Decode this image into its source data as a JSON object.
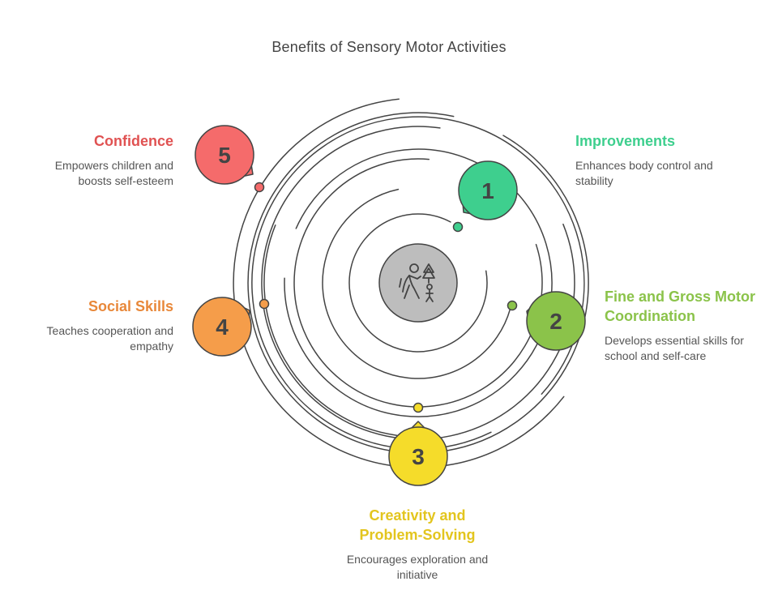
{
  "title": "Benefits of Sensory Motor Activities",
  "center_icon": "hiking-family-icon",
  "items": [
    {
      "number": "1",
      "heading": "Improvements",
      "description": "Enhances body control and stability",
      "color": "#3ecf8e"
    },
    {
      "number": "2",
      "heading": "Fine and Gross Motor Coordination",
      "description": "Develops essential skills for school and self-care",
      "color": "#8bc34a"
    },
    {
      "number": "3",
      "heading": "Creativity and Problem-Solving",
      "description": "Encourages exploration and initiative",
      "color": "#f5dc2a"
    },
    {
      "number": "4",
      "heading": "Social Skills",
      "description": "Teaches cooperation and empathy",
      "color": "#f59d4a"
    },
    {
      "number": "5",
      "heading": "Confidence",
      "description": "Empowers children and boosts self-esteem",
      "color": "#f56b6b"
    }
  ],
  "heading_colors": [
    "#3ecf8e",
    "#8bc34a",
    "#e3c51e",
    "#e8883a",
    "#e05252"
  ]
}
